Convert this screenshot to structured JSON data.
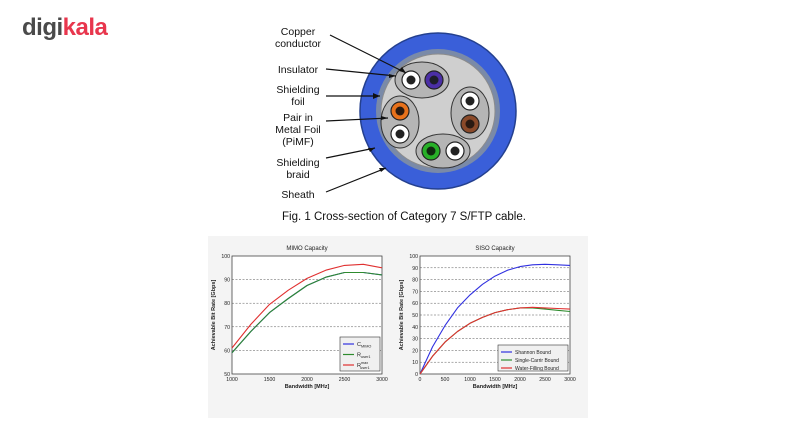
{
  "brand": {
    "part1": "digi",
    "part2": "kala",
    "color_primary": "#4a4a4a",
    "color_accent": "#e8364d"
  },
  "figure": {
    "labels": {
      "copper1": "Copper",
      "copper2": "conductor",
      "insulator": "Insulator",
      "shield1": "Shielding",
      "shield2": "foil",
      "pair1": "Pair in",
      "pair2": "Metal Foil",
      "pair3": "(PiMF)",
      "braid1": "Shielding",
      "braid2": "braid",
      "sheath": "Sheath"
    },
    "caption": "Fig. 1 Cross-section of Category 7 S/FTP cable.",
    "colors": {
      "sheath": "#3a5fd9",
      "braid": "#6b7b9a",
      "inner": "#c9c9c9"
    }
  },
  "chart_data": [
    {
      "type": "line",
      "title": "MIMO Capacity",
      "xlabel": "Bandwidth [MHz]",
      "ylabel": "Achievable Bit Rate [Gbps]",
      "xlim": [
        1000,
        3000
      ],
      "ylim": [
        50,
        100
      ],
      "xticks": [
        "1000",
        "1500",
        "2000",
        "2500",
        "3000"
      ],
      "yticks": [
        "50",
        "60",
        "70",
        "80",
        "90",
        "100"
      ],
      "grid": "horizontal-dashed",
      "legend_position": "bottom-right",
      "legend": [
        {
          "main": "C",
          "sub": "MIMO",
          "sup": "",
          "color": "#3030e0"
        },
        {
          "main": "R",
          "sub": "user1",
          "sup": "",
          "color": "#2e8b2e"
        },
        {
          "main": "R",
          "sub": "user1",
          "sup": "max",
          "color": "#e03030"
        }
      ],
      "series": [
        {
          "color": "#3030e0",
          "x": [
            1000,
            1250,
            1500,
            1750,
            2000,
            2250,
            2500,
            2750,
            3000
          ],
          "y": [
            59,
            68,
            76,
            82,
            87.5,
            91,
            93,
            93,
            92
          ]
        },
        {
          "color": "#2e8b2e",
          "x": [
            1000,
            1250,
            1500,
            1750,
            2000,
            2250,
            2500,
            2750,
            3000
          ],
          "y": [
            59,
            68,
            76,
            82,
            87.5,
            91,
            93,
            93,
            92
          ]
        },
        {
          "color": "#e03030",
          "x": [
            1000,
            1250,
            1500,
            1750,
            2000,
            2250,
            2500,
            2750,
            3000
          ],
          "y": [
            61,
            71,
            79.5,
            85.5,
            90.5,
            94,
            96,
            96.5,
            95
          ]
        }
      ]
    },
    {
      "type": "line",
      "title": "SISO Capacity",
      "xlabel": "Bandwidth [MHz]",
      "ylabel": "Achievable Bit Rate [Gbps]",
      "xlim": [
        0,
        3000
      ],
      "ylim": [
        0,
        100
      ],
      "xticks": [
        "0",
        "500",
        "1000",
        "1500",
        "2000",
        "2500",
        "3000"
      ],
      "yticks": [
        "0",
        "10",
        "20",
        "30",
        "40",
        "50",
        "60",
        "70",
        "80",
        "90",
        "100"
      ],
      "grid": "horizontal-dashed",
      "legend_position": "bottom-right",
      "legend": [
        {
          "main": "Shannon Bound",
          "color": "#3030e0"
        },
        {
          "main": "Single-Carrir Bound",
          "color": "#2e8b2e"
        },
        {
          "main": "Water-Filling Bound",
          "color": "#e03030"
        }
      ],
      "series": [
        {
          "color": "#3030e0",
          "x": [
            0,
            250,
            500,
            750,
            1000,
            1250,
            1500,
            1750,
            2000,
            2250,
            2500,
            2750,
            3000
          ],
          "y": [
            0,
            23,
            41,
            56,
            67,
            76,
            83,
            88,
            91,
            92.5,
            93,
            92.5,
            92
          ]
        },
        {
          "color": "#2e8b2e",
          "x": [
            0,
            250,
            500,
            750,
            1000,
            1250,
            1500,
            1750,
            2000,
            2250,
            2500,
            2750,
            3000
          ],
          "y": [
            0,
            15,
            27,
            36,
            43,
            48,
            52,
            54.5,
            56,
            56,
            55,
            54,
            53
          ]
        },
        {
          "color": "#e03030",
          "x": [
            0,
            250,
            500,
            750,
            1000,
            1250,
            1500,
            1750,
            2000,
            2250,
            2500,
            2750,
            3000
          ],
          "y": [
            0,
            15,
            27,
            36,
            43,
            48,
            52,
            54.5,
            56,
            56.5,
            56,
            55.5,
            55
          ]
        }
      ]
    }
  ]
}
